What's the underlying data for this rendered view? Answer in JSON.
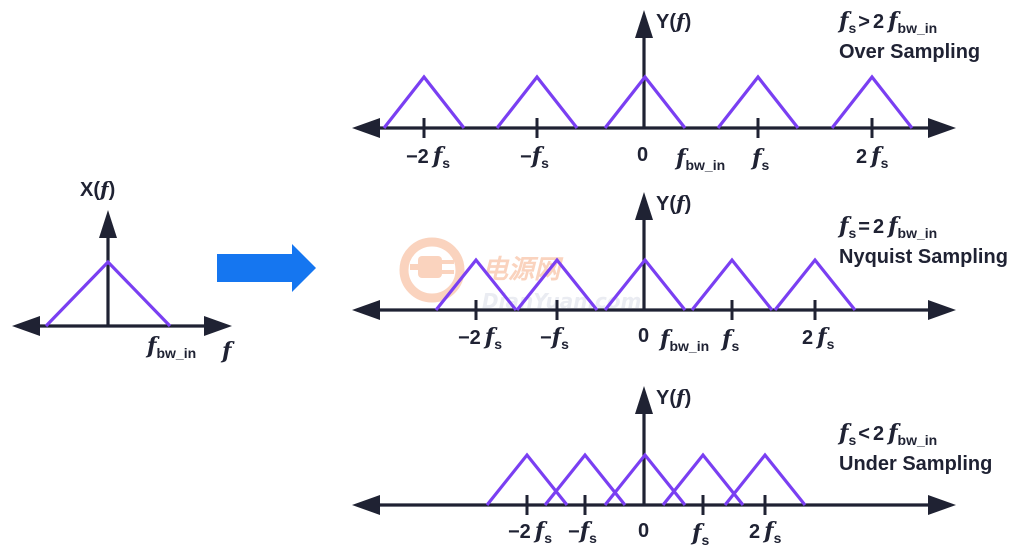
{
  "input": {
    "axis_title_prefix": "X(",
    "axis_title_var": "f",
    "axis_title_suffix": ")",
    "x_var": "f",
    "bw_var": "f",
    "bw_sub": "bw_in"
  },
  "panels": [
    {
      "id": "over",
      "axis_title_prefix": "Y(",
      "axis_title_var": "f",
      "axis_title_suffix": ")",
      "condition_var": "f",
      "condition_sub": "s",
      "condition_op": ">",
      "condition_rhs_num": "2",
      "condition_rhs_var": "f",
      "condition_rhs_sub": "bw_in",
      "caption": "Over Sampling",
      "ticks": [
        {
          "num": "−2",
          "var": "f",
          "sub": "s"
        },
        {
          "num": "−",
          "var": "f",
          "sub": "s"
        },
        {
          "num": "0",
          "var": "",
          "sub": ""
        },
        {
          "num": "",
          "var": "f",
          "sub": "bw_in"
        },
        {
          "num": "",
          "var": "f",
          "sub": "s"
        },
        {
          "num": "2",
          "var": "f",
          "sub": "s"
        }
      ]
    },
    {
      "id": "nyquist",
      "axis_title_prefix": "Y(",
      "axis_title_var": "f",
      "axis_title_suffix": ")",
      "condition_var": "f",
      "condition_sub": "s",
      "condition_op": "=",
      "condition_rhs_num": "2",
      "condition_rhs_var": "f",
      "condition_rhs_sub": "bw_in",
      "caption": "Nyquist Sampling",
      "ticks": [
        {
          "num": "−2",
          "var": "f",
          "sub": "s"
        },
        {
          "num": "−",
          "var": "f",
          "sub": "s"
        },
        {
          "num": "0",
          "var": "",
          "sub": ""
        },
        {
          "num": "",
          "var": "f",
          "sub": "bw_in"
        },
        {
          "num": "",
          "var": "f",
          "sub": "s"
        },
        {
          "num": "2",
          "var": "f",
          "sub": "s"
        }
      ]
    },
    {
      "id": "under",
      "axis_title_prefix": "Y(",
      "axis_title_var": "f",
      "axis_title_suffix": ")",
      "condition_var": "f",
      "condition_sub": "s",
      "condition_op": "<",
      "condition_rhs_num": "2",
      "condition_rhs_var": "f",
      "condition_rhs_sub": "bw_in",
      "caption": "Under Sampling",
      "ticks": [
        {
          "num": "−2",
          "var": "f",
          "sub": "s"
        },
        {
          "num": "−",
          "var": "f",
          "sub": "s"
        },
        {
          "num": "0",
          "var": "",
          "sub": ""
        },
        {
          "num": "",
          "var": "f",
          "sub": "s"
        },
        {
          "num": "2",
          "var": "f",
          "sub": "s"
        }
      ]
    }
  ],
  "watermark": {
    "cn_text": "电源网",
    "en_text": "DianYuan.com"
  },
  "colors": {
    "axis": "#1f2233",
    "spectrum": "#7a3ff2",
    "arrow": "#1576f0",
    "watermark": "#f6b08a"
  },
  "icons": [
    "plug-logo-icon",
    "right-arrow-icon"
  ]
}
